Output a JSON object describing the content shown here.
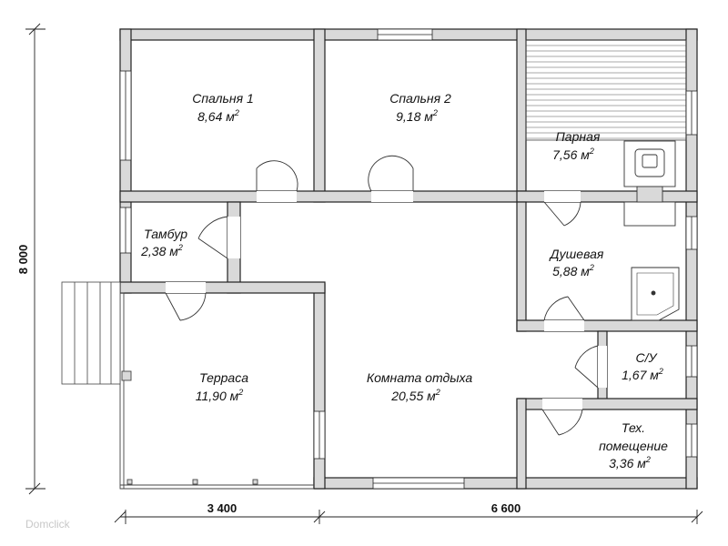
{
  "rooms": {
    "bedroom1": {
      "name": "Спальня 1",
      "area": "8,64 м"
    },
    "bedroom2": {
      "name": "Спальня 2",
      "area": "9,18 м"
    },
    "steam_room": {
      "name": "Парная",
      "area": "7,56 м"
    },
    "vestibule": {
      "name": "Тамбур",
      "area": "2,38 м"
    },
    "shower": {
      "name": "Душевая",
      "area": "5,88 м"
    },
    "wc": {
      "name": "С/У",
      "area": "1,67 м"
    },
    "terrace": {
      "name": "Терраса",
      "area": "11,90 м"
    },
    "lounge": {
      "name": "Комната отдыха",
      "area": "20,55 м"
    },
    "tech_room": {
      "name_line1": "Тех.",
      "name_line2": "помещение",
      "area": "3,36 м"
    }
  },
  "area_unit_exponent": "2",
  "dimensions": {
    "height": "8 000",
    "width_left": "3 400",
    "width_right": "6 600"
  },
  "watermark": "Domclick"
}
